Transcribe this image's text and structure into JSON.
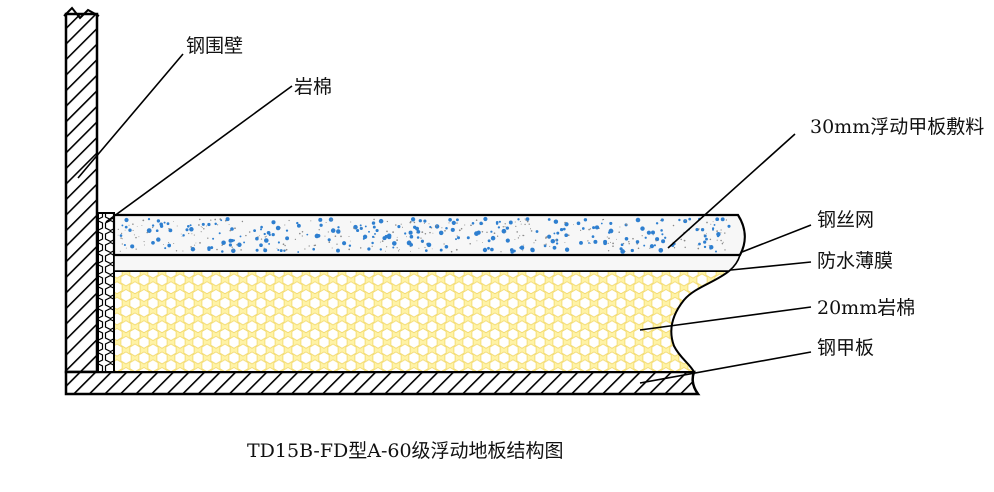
{
  "labels": {
    "steel_wall": "钢围壁",
    "rock_wool_top": "岩棉",
    "deck_coating": "30mm浮动甲板敷料",
    "wire_mesh": "钢丝网",
    "waterproof_film": "防水薄膜",
    "rock_wool_20": "20mm岩棉",
    "steel_deck": "钢甲板"
  },
  "caption": "TD15B-FD型A-60级浮动地板结构图",
  "colors": {
    "line": "#000000",
    "wool_fill": "#fff3a6",
    "wool_cell": "#ffffff",
    "wool_cell_stroke": "#f2d86a",
    "coating_fill": "#f7f7f7",
    "coating_speckle": "#2e7fd0"
  }
}
